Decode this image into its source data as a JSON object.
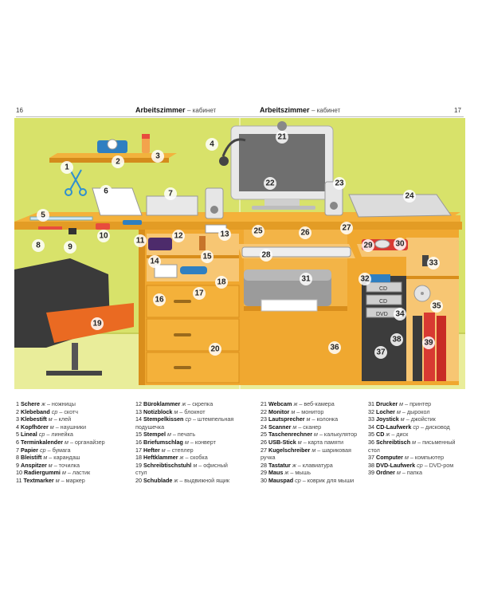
{
  "header": {
    "left_page": "16",
    "right_page": "17",
    "title": "Arbeitszimmer",
    "subtitle": "– кабинет"
  },
  "scene": {
    "labels": [
      "1",
      "2",
      "3",
      "4",
      "5",
      "6",
      "7",
      "8",
      "9",
      "10",
      "11",
      "12",
      "13",
      "14",
      "15",
      "16",
      "17",
      "18",
      "19",
      "20",
      "21",
      "22",
      "23",
      "24",
      "25",
      "26",
      "27",
      "28",
      "29",
      "30",
      "31",
      "32",
      "33",
      "34",
      "35",
      "36",
      "37",
      "38",
      "39"
    ],
    "cd": "CD",
    "dvd": "DVD"
  },
  "glossary": {
    "col1": [
      {
        "n": "1",
        "word": "Schere",
        "g": "ж",
        "tr": "– ножницы"
      },
      {
        "n": "2",
        "word": "Klebeband",
        "g": "ср",
        "tr": "– скотч"
      },
      {
        "n": "3",
        "word": "Klebestift",
        "g": "м",
        "tr": "– клей"
      },
      {
        "n": "4",
        "word": "Kopfhörer",
        "g": "м",
        "tr": "– наушники"
      },
      {
        "n": "5",
        "word": "Lineal",
        "g": "ср",
        "tr": "– линейка"
      },
      {
        "n": "6",
        "word": "Terminkalender",
        "g": "м",
        "tr": "– органайзер"
      },
      {
        "n": "7",
        "word": "Papier",
        "g": "ср",
        "tr": "– бумага"
      },
      {
        "n": "8",
        "word": "Bleistift",
        "g": "м",
        "tr": "– карандаш"
      },
      {
        "n": "9",
        "word": "Anspitzer",
        "g": "м",
        "tr": "– точилка"
      },
      {
        "n": "10",
        "word": "Radiergummi",
        "g": "м",
        "tr": "– ластик"
      },
      {
        "n": "11",
        "word": "Textmarker",
        "g": "м",
        "tr": "– маркер"
      }
    ],
    "col2": [
      {
        "n": "12",
        "word": "Büroklammer",
        "g": "ж",
        "tr": "– скрепка"
      },
      {
        "n": "13",
        "word": "Notizblock",
        "g": "м",
        "tr": "– блокнот"
      },
      {
        "n": "14",
        "word": "Stempelkissen",
        "g": "ср",
        "tr": "– штемпельная подушечка"
      },
      {
        "n": "15",
        "word": "Stempel",
        "g": "м",
        "tr": "– печать"
      },
      {
        "n": "16",
        "word": "Briefumschlag",
        "g": "м",
        "tr": "– конверт"
      },
      {
        "n": "17",
        "word": "Hefter",
        "g": "м",
        "tr": "– степлер"
      },
      {
        "n": "18",
        "word": "Heftklammer",
        "g": "ж",
        "tr": "– скобка"
      },
      {
        "n": "19",
        "word": "Schreibtischstuhl",
        "g": "м",
        "tr": "– офисный стул"
      },
      {
        "n": "20",
        "word": "Schublade",
        "g": "ж",
        "tr": "– выдвижной ящик"
      }
    ],
    "col3": [
      {
        "n": "21",
        "word": "Webcam",
        "g": "ж",
        "tr": "– веб-камера"
      },
      {
        "n": "22",
        "word": "Monitor",
        "g": "м",
        "tr": "– монитор"
      },
      {
        "n": "23",
        "word": "Lautsprecher",
        "g": "м",
        "tr": "– колонка"
      },
      {
        "n": "24",
        "word": "Scanner",
        "g": "м",
        "tr": "– сканер"
      },
      {
        "n": "25",
        "word": "Taschenrechner",
        "g": "м",
        "tr": "– калькулятор"
      },
      {
        "n": "26",
        "word": "USB-Stick",
        "g": "м",
        "tr": "– карта памяти"
      },
      {
        "n": "27",
        "word": "Kugelschreiber",
        "g": "м",
        "tr": "– шариковая ручка"
      },
      {
        "n": "28",
        "word": "Tastatur",
        "g": "ж",
        "tr": "– клавиатура"
      },
      {
        "n": "29",
        "word": "Maus",
        "g": "ж",
        "tr": "– мышь"
      },
      {
        "n": "30",
        "word": "Mauspad",
        "g": "ср",
        "tr": "– коврик для мыши"
      }
    ],
    "col4": [
      {
        "n": "31",
        "word": "Drucker",
        "g": "м",
        "tr": "– принтер"
      },
      {
        "n": "32",
        "word": "Locher",
        "g": "м",
        "tr": "– дырокол"
      },
      {
        "n": "33",
        "word": "Joystick",
        "g": "м",
        "tr": "– джойстик"
      },
      {
        "n": "34",
        "word": "CD-Laufwerk",
        "g": "ср",
        "tr": "– дисковод"
      },
      {
        "n": "35",
        "word": "CD",
        "g": "ж",
        "tr": "– диск"
      },
      {
        "n": "36",
        "word": "Schreibtisch",
        "g": "м",
        "tr": "– письменный стол"
      },
      {
        "n": "37",
        "word": "Computer",
        "g": "м",
        "tr": "– компьютер"
      },
      {
        "n": "38",
        "word": "DVD-Laufwerk",
        "g": "ср",
        "tr": "– DVD-ром"
      },
      {
        "n": "39",
        "word": "Ordner",
        "g": "м",
        "tr": "– папка"
      }
    ]
  }
}
